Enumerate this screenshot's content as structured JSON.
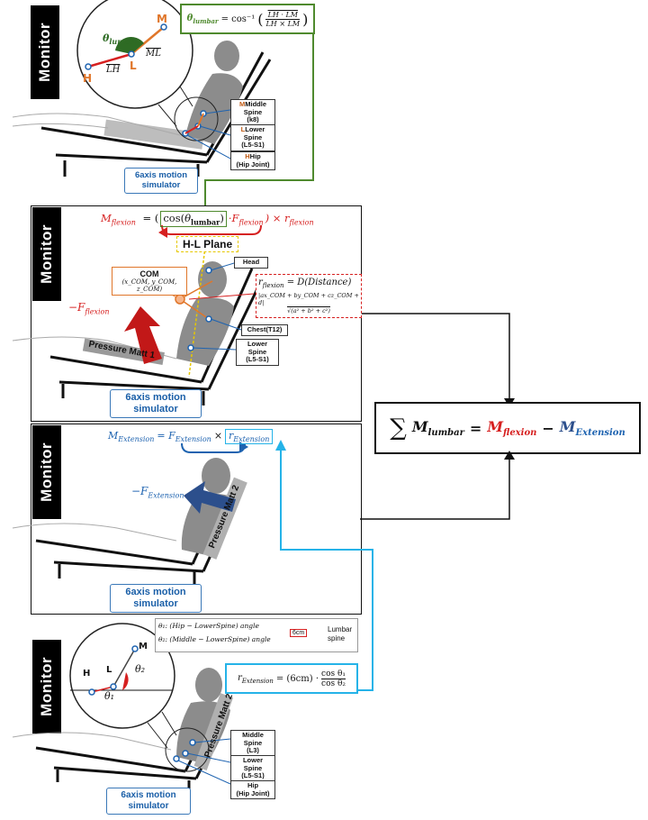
{
  "monitor_label": "Monitor",
  "simulator_label_line1": "6axis motion",
  "simulator_label_line2": "simulator",
  "colors": {
    "green": "#4f8a2e",
    "red": "#d62020",
    "blue": "#1e63b0",
    "cyan": "#25b3e8",
    "orange": "#e0762a",
    "yellow": "#e6c800",
    "dark_blue": "#2c4f8c"
  },
  "panel1": {
    "formula_lhs": "θ",
    "formula_lhs_sub": "lumbar",
    "formula_eq": "= cos⁻¹",
    "formula_num": "LH · LM",
    "formula_den": "LH × LM",
    "inset_theta": "θ",
    "inset_theta_sub": "lumbar",
    "label_M": "M",
    "label_L": "L",
    "label_H": "H",
    "label_ML": "ML",
    "label_LH": "LH",
    "tag_middle": [
      "Middle",
      "Spine",
      "(k8)"
    ],
    "tag_lower": [
      "Lower",
      "Spine",
      "(L5-S1)"
    ],
    "tag_hip": [
      "Hip",
      "(Hip Joint)"
    ]
  },
  "panel2": {
    "formula_lhs": "M",
    "formula_lhs_sub": "flexion",
    "formula_mid": "= (cos(θ",
    "formula_mid_sub": "lumbar",
    "formula_mid_end": ")",
    "formula_F": "·F",
    "formula_F_sub": "flexion",
    "formula_r": ") × r",
    "formula_r_sub": "flexion",
    "hl_plane": "H-L Plane",
    "com_title": "COM",
    "com_coords": "(x_COM, y_COM, z_COM)",
    "force_label": "−F",
    "force_sub": "flexion",
    "r_title": "r",
    "r_title_sub": "flexion",
    "r_eq": "= D(Distance)",
    "r_num": "|ax_COM + by_COM + cz_COM + d|",
    "r_den": "√(a² + b² + c²)",
    "tag_head": "Head",
    "tag_chest": "Chest(T12)",
    "tag_lower": [
      "Lower",
      "Spine",
      "(L5-S1)"
    ],
    "matt": "Pressure Matt 1"
  },
  "panel3": {
    "formula_lhs": "M",
    "formula_lhs_sub": "Extension",
    "formula_eq": "= F",
    "formula_eq_sub": "Extension",
    "formula_times": "×",
    "formula_r": "r",
    "formula_r_sub": "Extension",
    "force_label": "−F",
    "force_sub": "Extension",
    "matt": "Pressure Matt 2"
  },
  "sum": {
    "sigma": "∑",
    "lhs": "M",
    "lhs_sub": "lumbar",
    "eq": "=",
    "flex": "M",
    "flex_sub": "flexion",
    "minus": "−",
    "ext": "M",
    "ext_sub": "Extension"
  },
  "panel4": {
    "legend_line1": "θ₁: (Hip − LowerSpine) angle",
    "legend_line2": "θ₂: (Middle − LowerSpine) angle",
    "cm_label": "6cm",
    "lumbar_label": [
      "Lumbar",
      "spine"
    ],
    "r_lhs": "r",
    "r_lhs_sub": "Extension",
    "r_eq": "= (6cm) ·",
    "r_num": "cos θ₁",
    "r_den": "cos θ₂",
    "label_M": "M",
    "label_L": "L",
    "label_H": "H",
    "theta1": "θ₁",
    "theta2": "θ₂",
    "tag_middle": [
      "Middle",
      "Spine",
      "(L3)"
    ],
    "tag_lower": [
      "Lower",
      "Spine",
      "(L5-S1)"
    ],
    "tag_hip": [
      "Hip",
      "(Hip Joint)"
    ],
    "matt": "Pressure Matt 2"
  }
}
